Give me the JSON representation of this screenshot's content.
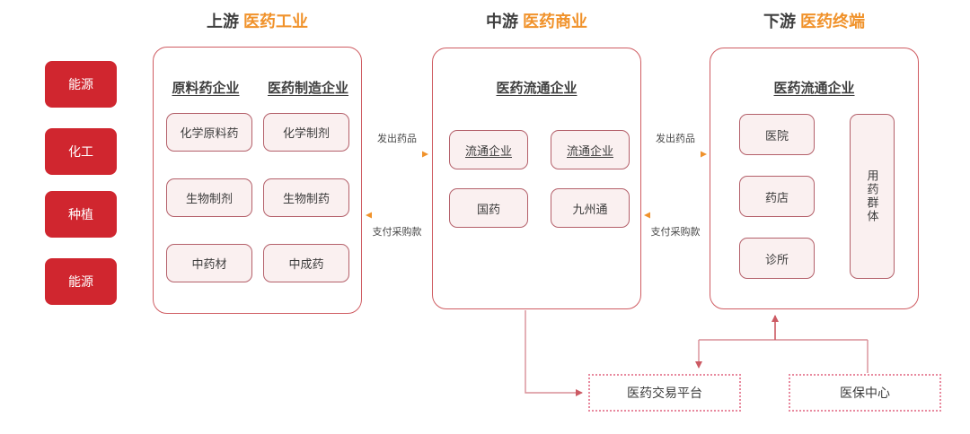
{
  "sections": [
    {
      "prefix": "上游",
      "accent": "医药工业"
    },
    {
      "prefix": "中游",
      "accent": "医药商业"
    },
    {
      "prefix": "下游",
      "accent": "医药终端"
    }
  ],
  "side_badges": [
    {
      "label": "能源"
    },
    {
      "label": "化工"
    },
    {
      "label": "种植"
    },
    {
      "label": "能源"
    }
  ],
  "upstream": {
    "columns": [
      {
        "caption": "原料药企业",
        "items": [
          "化学原料药",
          "生物制剂",
          "中药材"
        ]
      },
      {
        "caption": "医药制造企业",
        "items": [
          "化学制剂",
          "生物制药",
          "中成药"
        ]
      }
    ]
  },
  "midstream": {
    "heading": "医药流通企业",
    "items": [
      "流通企业",
      "流通企业",
      "国药",
      "九州通"
    ]
  },
  "downstream": {
    "heading": "医药流通企业",
    "items": [
      "医院",
      "药店",
      "诊所"
    ],
    "vertical_item": "用药群体"
  },
  "flows": {
    "up_to_mid_forward": "发出药品",
    "up_to_mid_back": "支付采购款",
    "mid_to_down_forward": "发出药品",
    "mid_to_down_back": "支付采购款"
  },
  "platforms": [
    {
      "label": "医药交易平台"
    },
    {
      "label": "医保中心"
    }
  ],
  "colors": {
    "badge_red": "#D0262F",
    "panel_border": "#CF5C62",
    "chip_fill": "#FAF0F0",
    "chip_border": "#B4606A",
    "accent_orange": "#F0922B",
    "wire_red": "#D4636C",
    "dotted_pink": "#E8899E"
  }
}
